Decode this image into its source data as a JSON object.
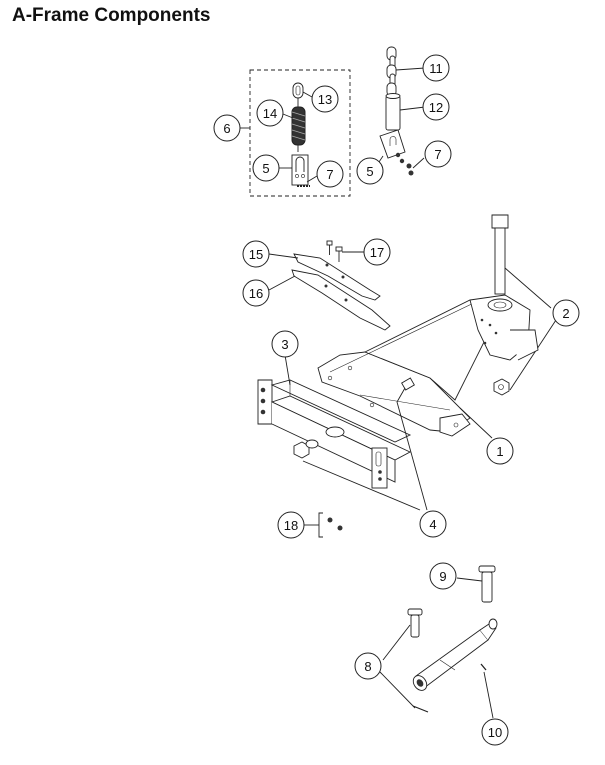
{
  "page": {
    "title": "A-Frame Components"
  },
  "callouts": [
    {
      "id": "1",
      "label": "1"
    },
    {
      "id": "2",
      "label": "2"
    },
    {
      "id": "3",
      "label": "3"
    },
    {
      "id": "4",
      "label": "4"
    },
    {
      "id": "5a",
      "label": "5"
    },
    {
      "id": "5b",
      "label": "5"
    },
    {
      "id": "6",
      "label": "6"
    },
    {
      "id": "7a",
      "label": "7"
    },
    {
      "id": "7b",
      "label": "7"
    },
    {
      "id": "8",
      "label": "8"
    },
    {
      "id": "9",
      "label": "9"
    },
    {
      "id": "10",
      "label": "10"
    },
    {
      "id": "11",
      "label": "11"
    },
    {
      "id": "12",
      "label": "12"
    },
    {
      "id": "13",
      "label": "13"
    },
    {
      "id": "14",
      "label": "14"
    },
    {
      "id": "15",
      "label": "15"
    },
    {
      "id": "16",
      "label": "16"
    },
    {
      "id": "17",
      "label": "17"
    },
    {
      "id": "18",
      "label": "18"
    }
  ]
}
